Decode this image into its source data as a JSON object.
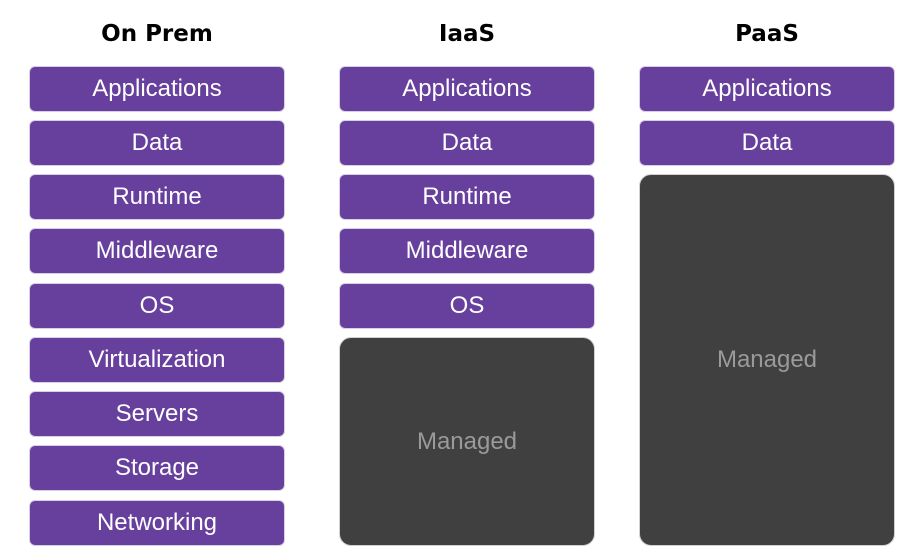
{
  "colors": {
    "layer_fill": "#673f9c",
    "managed_fill": "#404040",
    "managed_text": "#9a9a9a",
    "title_text": "#000000"
  },
  "columns": [
    {
      "title": "On Prem",
      "layers": [
        "Applications",
        "Data",
        "Runtime",
        "Middleware",
        "OS",
        "Virtualization",
        "Servers",
        "Storage",
        "Networking"
      ],
      "managed_label": ""
    },
    {
      "title": "IaaS",
      "layers": [
        "Applications",
        "Data",
        "Runtime",
        "Middleware",
        "OS"
      ],
      "managed_label": "Managed"
    },
    {
      "title": "PaaS",
      "layers": [
        "Applications",
        "Data"
      ],
      "managed_label": "Managed"
    }
  ]
}
